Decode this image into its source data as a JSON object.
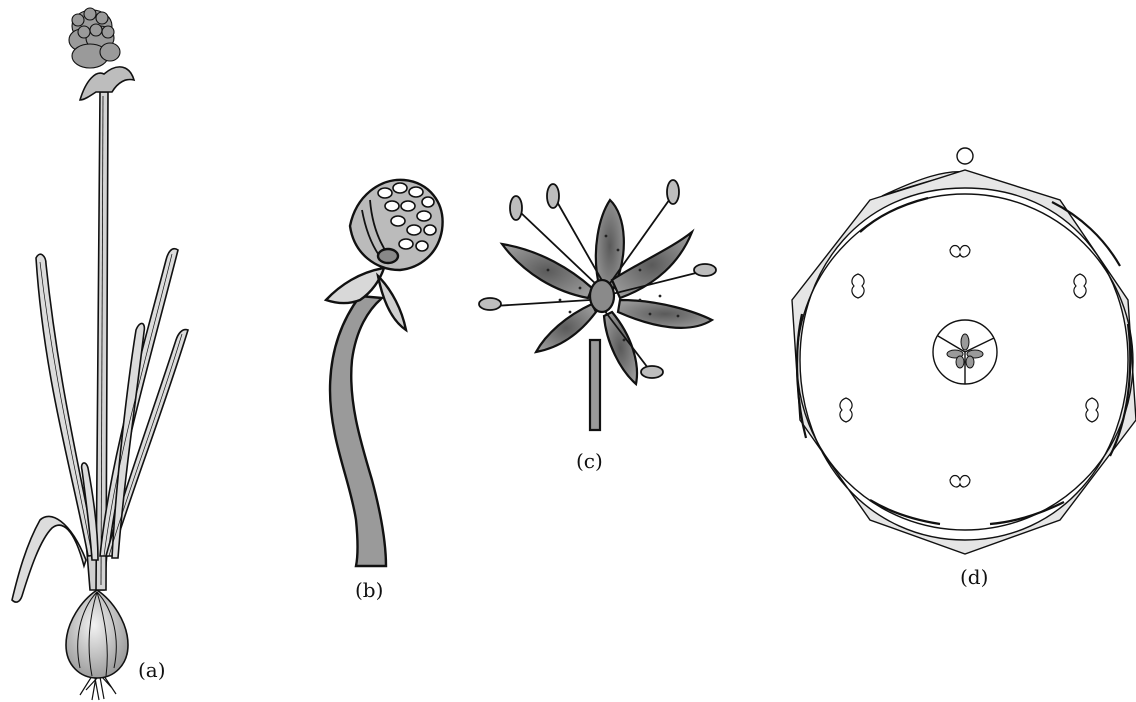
{
  "labels": {
    "a": "(a)",
    "b": "(b)",
    "c": "(c)",
    "d": "(d)"
  },
  "colors": {
    "ink": "#111111",
    "petal_fill": "#7a7a7a",
    "perianth_fill": "#e6e6e6",
    "stem_fill": "#9a9a9a"
  }
}
